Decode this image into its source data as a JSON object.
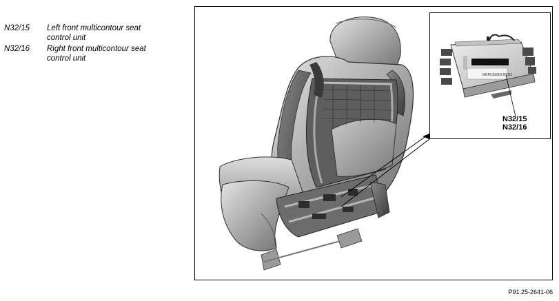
{
  "legend": [
    {
      "code": "N32/15",
      "desc_line1": "Left front multicontour seat",
      "desc_line2": "control unit"
    },
    {
      "code": "N32/16",
      "desc_line1": "Right front multicontour seat",
      "desc_line2": "control unit"
    }
  ],
  "inset": {
    "callout_1": "N32/15",
    "callout_2": "N32/16",
    "module_label": "MERCEDES-BENZ"
  },
  "reference": "P91.25-2641-06"
}
